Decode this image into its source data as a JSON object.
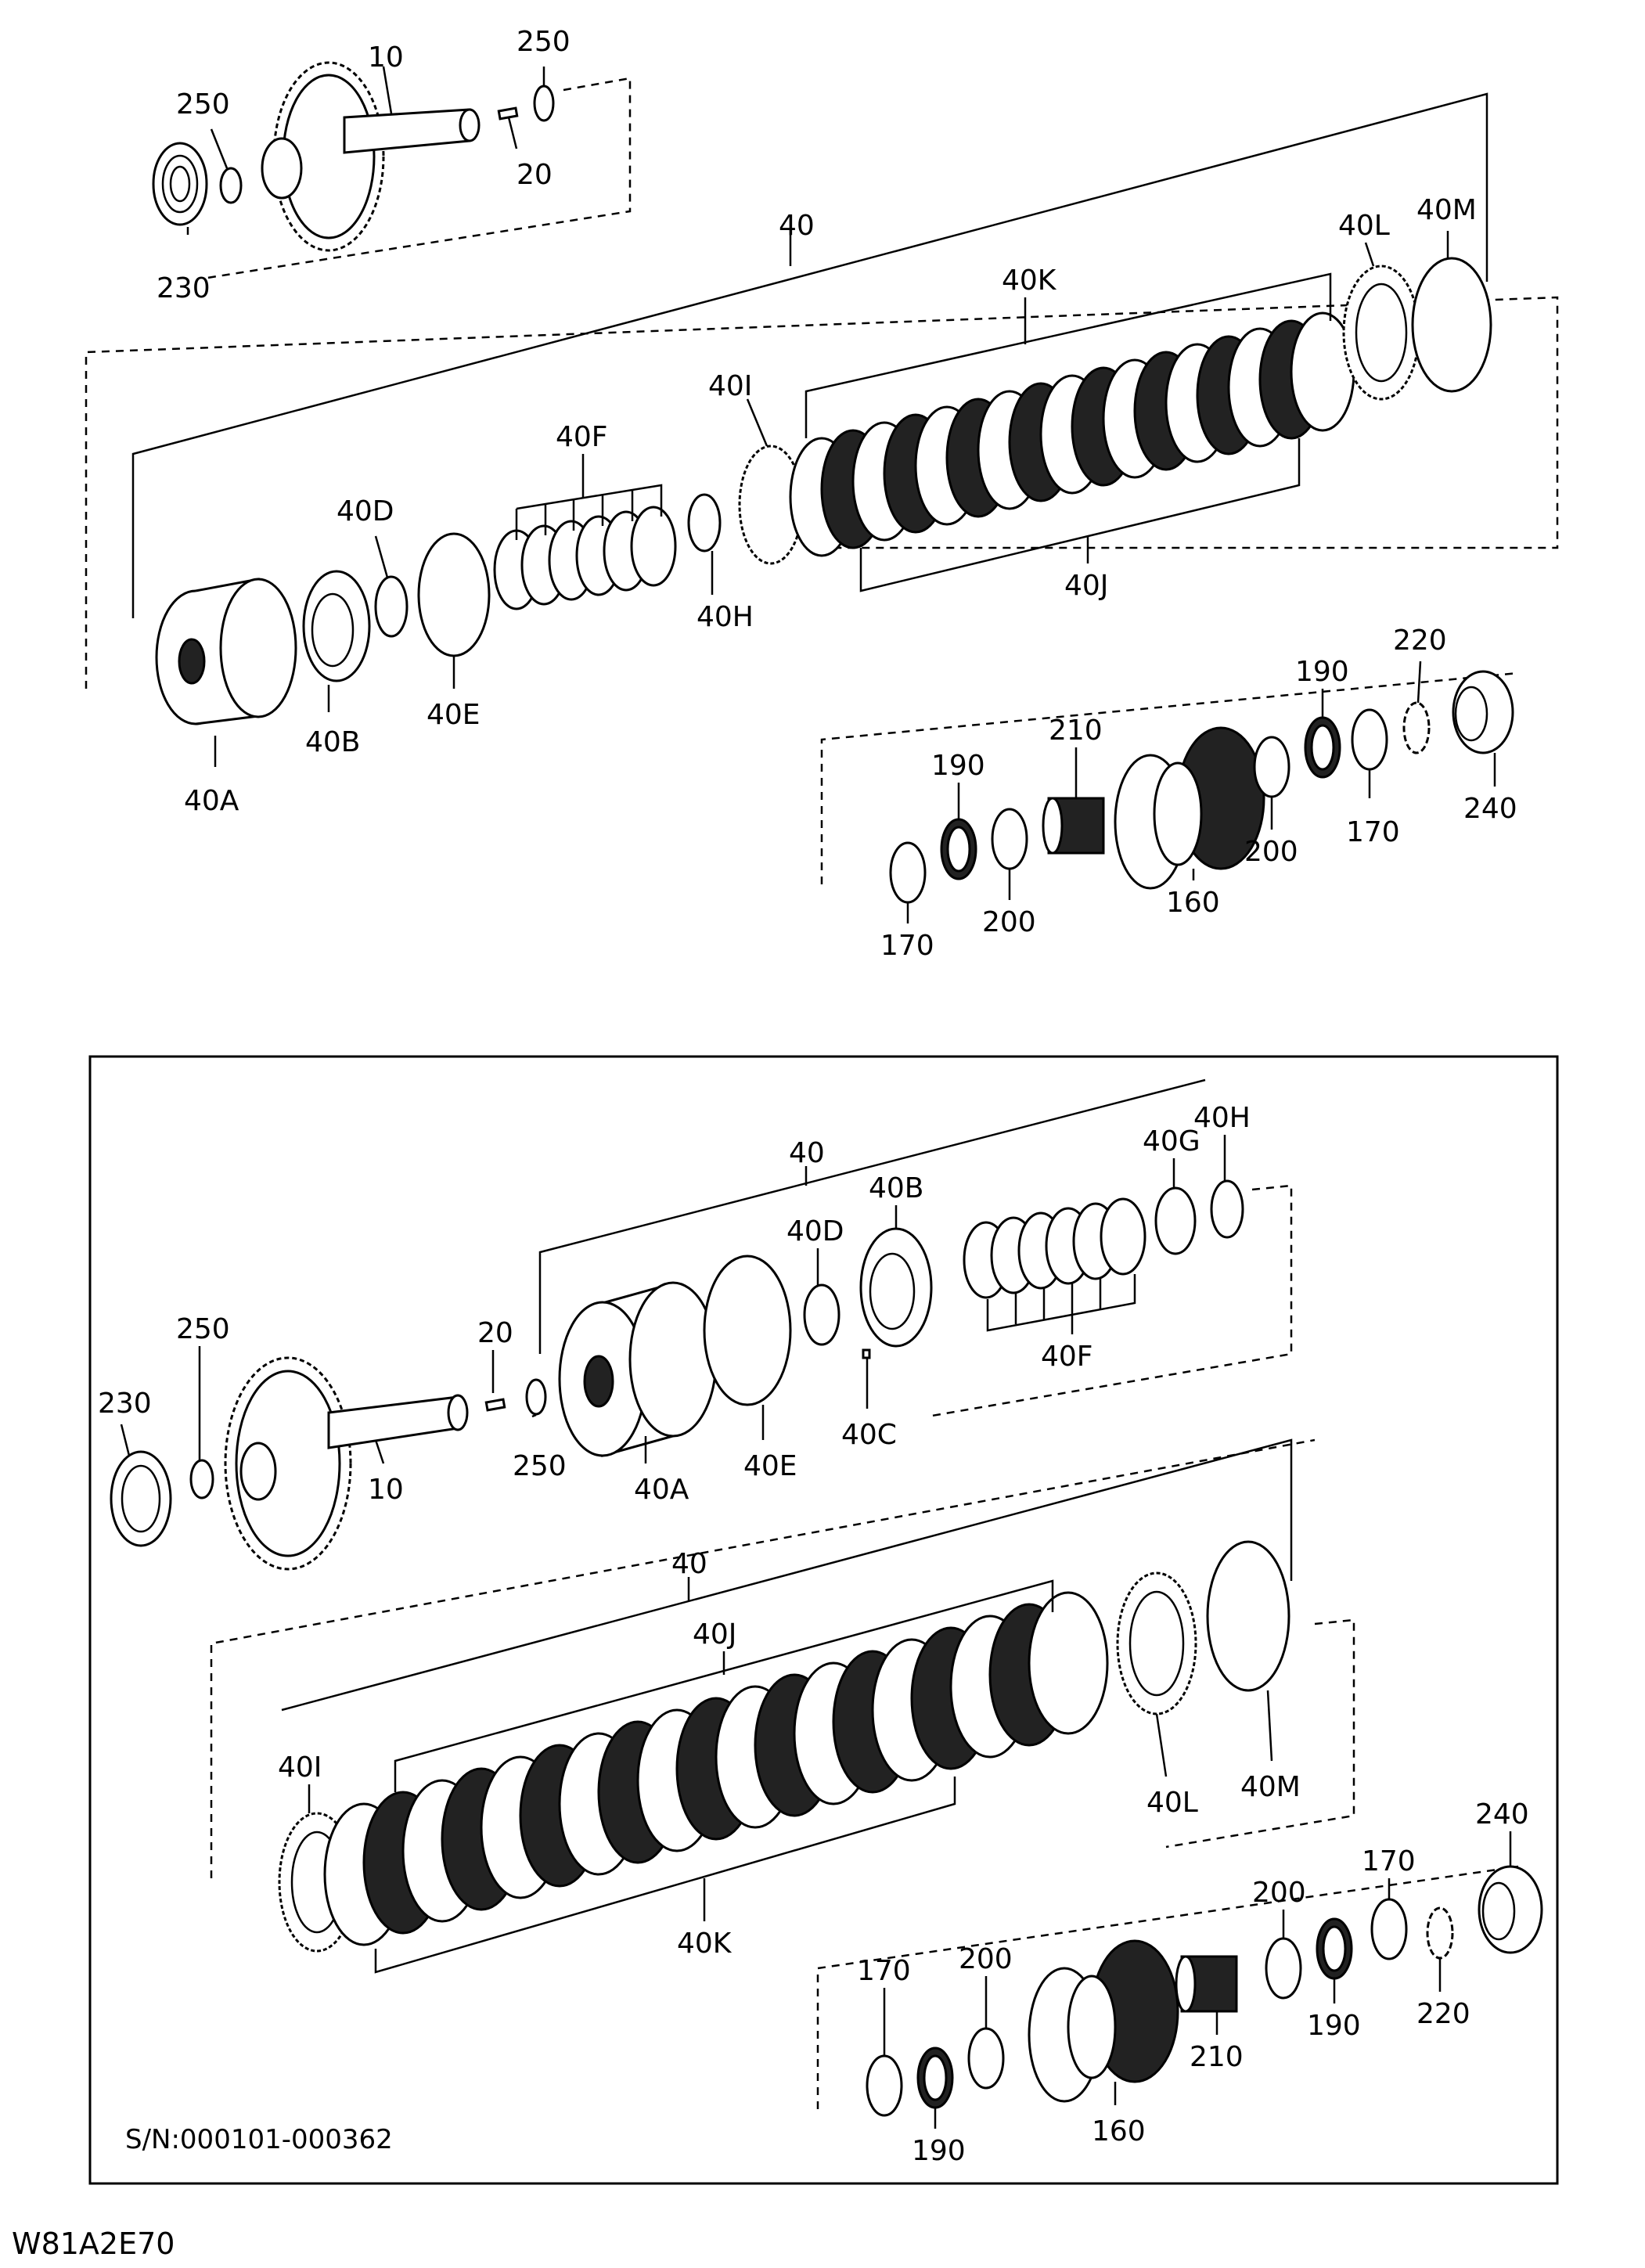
{
  "diagram_code": "W81A2E70",
  "serial_range": "S/N:000101-000362",
  "upper": {
    "labels": {
      "shaft": "10",
      "pin": "20",
      "bearing": "230",
      "snap_a": "250",
      "snap_b": "250",
      "assy": "40",
      "drum": "40A",
      "piston": "40B",
      "seal_d": "40D",
      "seal_e": "40E",
      "springs": "40F",
      "snap_h": "40H",
      "plate_i": "40I",
      "plates_j": "40J",
      "plates_k": "40K",
      "plate_l": "40L",
      "snap_m": "40M",
      "gear": "160",
      "race_a": "170",
      "race_b": "170",
      "spacer_a": "190",
      "spacer_b": "190",
      "shim_a": "200",
      "shim_b": "200",
      "needle": "210",
      "nut": "220",
      "bearing2": "240"
    }
  },
  "lower": {
    "labels": {
      "shaft": "10",
      "pin": "20",
      "bearing": "230",
      "snap_a": "250",
      "snap_b": "250",
      "assy_a": "40",
      "drum": "40A",
      "piston": "40B",
      "pin_c": "40C",
      "seal_d": "40D",
      "seal_e": "40E",
      "springs": "40F",
      "ring_g": "40G",
      "snap_h": "40H",
      "assy_b": "40",
      "plate_i": "40I",
      "plates_j": "40J",
      "plates_k": "40K",
      "plate_l": "40L",
      "snap_m": "40M",
      "gear": "160",
      "race_a": "170",
      "race_b": "170",
      "spacer_a": "190",
      "spacer_b": "190",
      "shim_a": "200",
      "shim_b": "200",
      "needle": "210",
      "nut": "220",
      "bearing2": "240"
    }
  }
}
